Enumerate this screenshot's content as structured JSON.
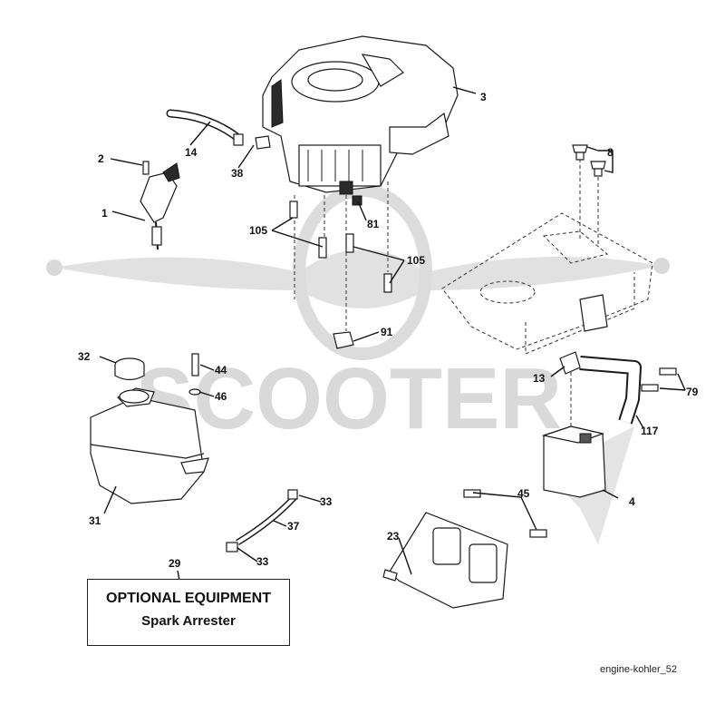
{
  "watermark": {
    "text": "SCOOTER",
    "color": "#d9d9d9"
  },
  "optional_box": {
    "title": "OPTIONAL EQUIPMENT",
    "subtitle": "Spark Arrester"
  },
  "diagram_code": "engine-kohler_52",
  "callouts": {
    "c1": "1",
    "c2": "2",
    "c3": "3",
    "c4": "4",
    "c8": "8",
    "c13": "13",
    "c14": "14",
    "c23": "23",
    "c29": "29",
    "c31": "31",
    "c32": "32",
    "c33a": "33",
    "c33b": "33",
    "c37": "37",
    "c38": "38",
    "c44": "44",
    "c45": "45",
    "c46": "46",
    "c79": "79",
    "c81": "81",
    "c91": "91",
    "c105a": "105",
    "c105b": "105",
    "c117": "117"
  },
  "icons": {
    "engine": "engine-icon",
    "throttle": "throttle-control-icon",
    "fuel_tank": "fuel-tank-icon",
    "muffler": "muffler-icon",
    "frame": "frame-plate-icon",
    "heat_shield": "heat-shield-icon"
  }
}
